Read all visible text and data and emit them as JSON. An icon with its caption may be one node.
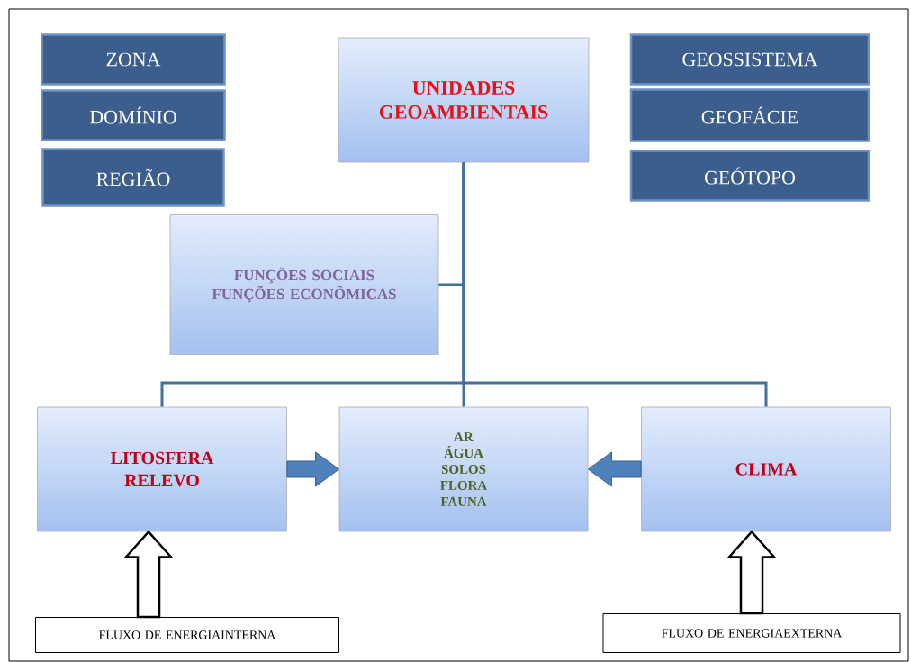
{
  "diagram": {
    "nodes": [
      {
        "text": [
          "ZONA"
        ]
      },
      {
        "text": [
          "DOMÍNIO"
        ]
      },
      {
        "text": [
          "REGIÃO"
        ]
      },
      {
        "text": [
          "UNIDADES GEOAMBIENTAIS"
        ]
      },
      {
        "text": [
          "GEOSSISTEMA"
        ]
      },
      {
        "text": [
          "GEOFÁCIE"
        ]
      },
      {
        "text": [
          "GEÓTOPO"
        ]
      },
      {
        "text": [
          "FUNÇÕES SOCIAIS",
          "FUNÇÕES ECONÔMICAS"
        ]
      },
      {
        "text": [
          "LITOSFERA RELEVO"
        ]
      },
      {
        "text": [
          "AR",
          "ÁGUA",
          "SOLOS",
          "FLORA",
          "FAUNA"
        ]
      },
      {
        "text": [
          "CLIMA"
        ]
      },
      {
        "text": [
          "FLUXO DE ENERGIAINTERNA"
        ]
      },
      {
        "text": [
          "FLUXO DE ENERGIAEXTERNA"
        ]
      }
    ],
    "edges": [
      {
        "from": 3,
        "to": 7,
        "arrow": "none"
      },
      {
        "from": 3,
        "to": 8,
        "arrow": "none"
      },
      {
        "from": 3,
        "to": 9,
        "arrow": "none"
      },
      {
        "from": 3,
        "to": 10,
        "arrow": "none"
      },
      {
        "from": 8,
        "to": 9,
        "arrow": "to",
        "style": "thick",
        "color": "#4f81bd"
      },
      {
        "from": 10,
        "to": 9,
        "arrow": "to",
        "style": "thick",
        "color": "#4f81bd"
      },
      {
        "from": 11,
        "to": 8,
        "arrow": "to",
        "style": "thick"
      },
      {
        "from": 12,
        "to": 10,
        "arrow": "to",
        "style": "thick"
      }
    ]
  }
}
